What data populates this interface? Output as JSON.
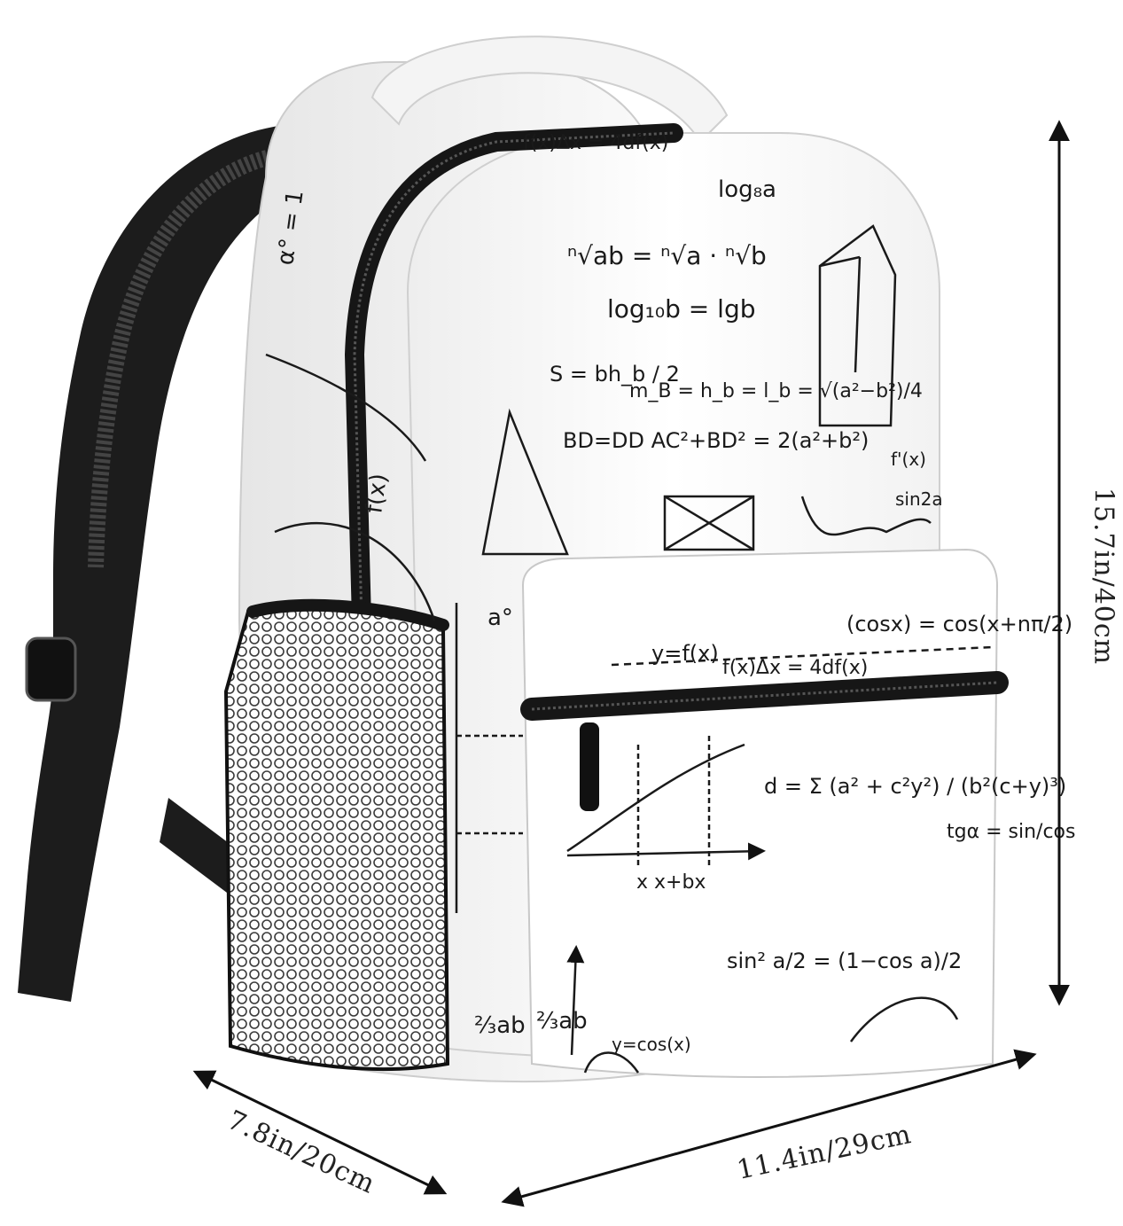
{
  "dimensions": {
    "height": "15.7in/40cm",
    "depth": "7.8in/20cm",
    "width": "11.4in/29cm"
  },
  "formulas": {
    "a1": "α° = 1",
    "a2": "f(x)",
    "b1": "f(x)Δx = 4df(x)",
    "b2": "log₈a",
    "b3": "ⁿ√ab = ⁿ√a · ⁿ√b",
    "b4": "log₁₀b = lgb",
    "b5": "S = bh_b / 2",
    "b6": "m_B = h_b = l_b = √(a²−b²)/4",
    "b7": "BD=DD   AC²+BD² = 2(a²+b²)",
    "c1": "a°",
    "c2": "y=f(x)",
    "c3": "(cosx) = cos(x+nπ/2)",
    "c4": "f(x)Δx = 4df(x)",
    "c5": "d = Σ (a² + c²y²) / (b²(c+y)³)",
    "c6": "x    x+bx",
    "c7": "sin² a/2 = (1−cos a)/2",
    "c8": "tgα = sin/cos",
    "d1": "⅔ab",
    "d2": "⅔ab",
    "d3": "y=cos(x)",
    "e1": "f'(x)",
    "e2": "sin2a"
  },
  "colors": {
    "strap": "#1c1c1c",
    "mesh": "#3a3a3a",
    "body": "#fbfbfb",
    "zipper": "#161616",
    "ink": "#1a1a1a"
  }
}
